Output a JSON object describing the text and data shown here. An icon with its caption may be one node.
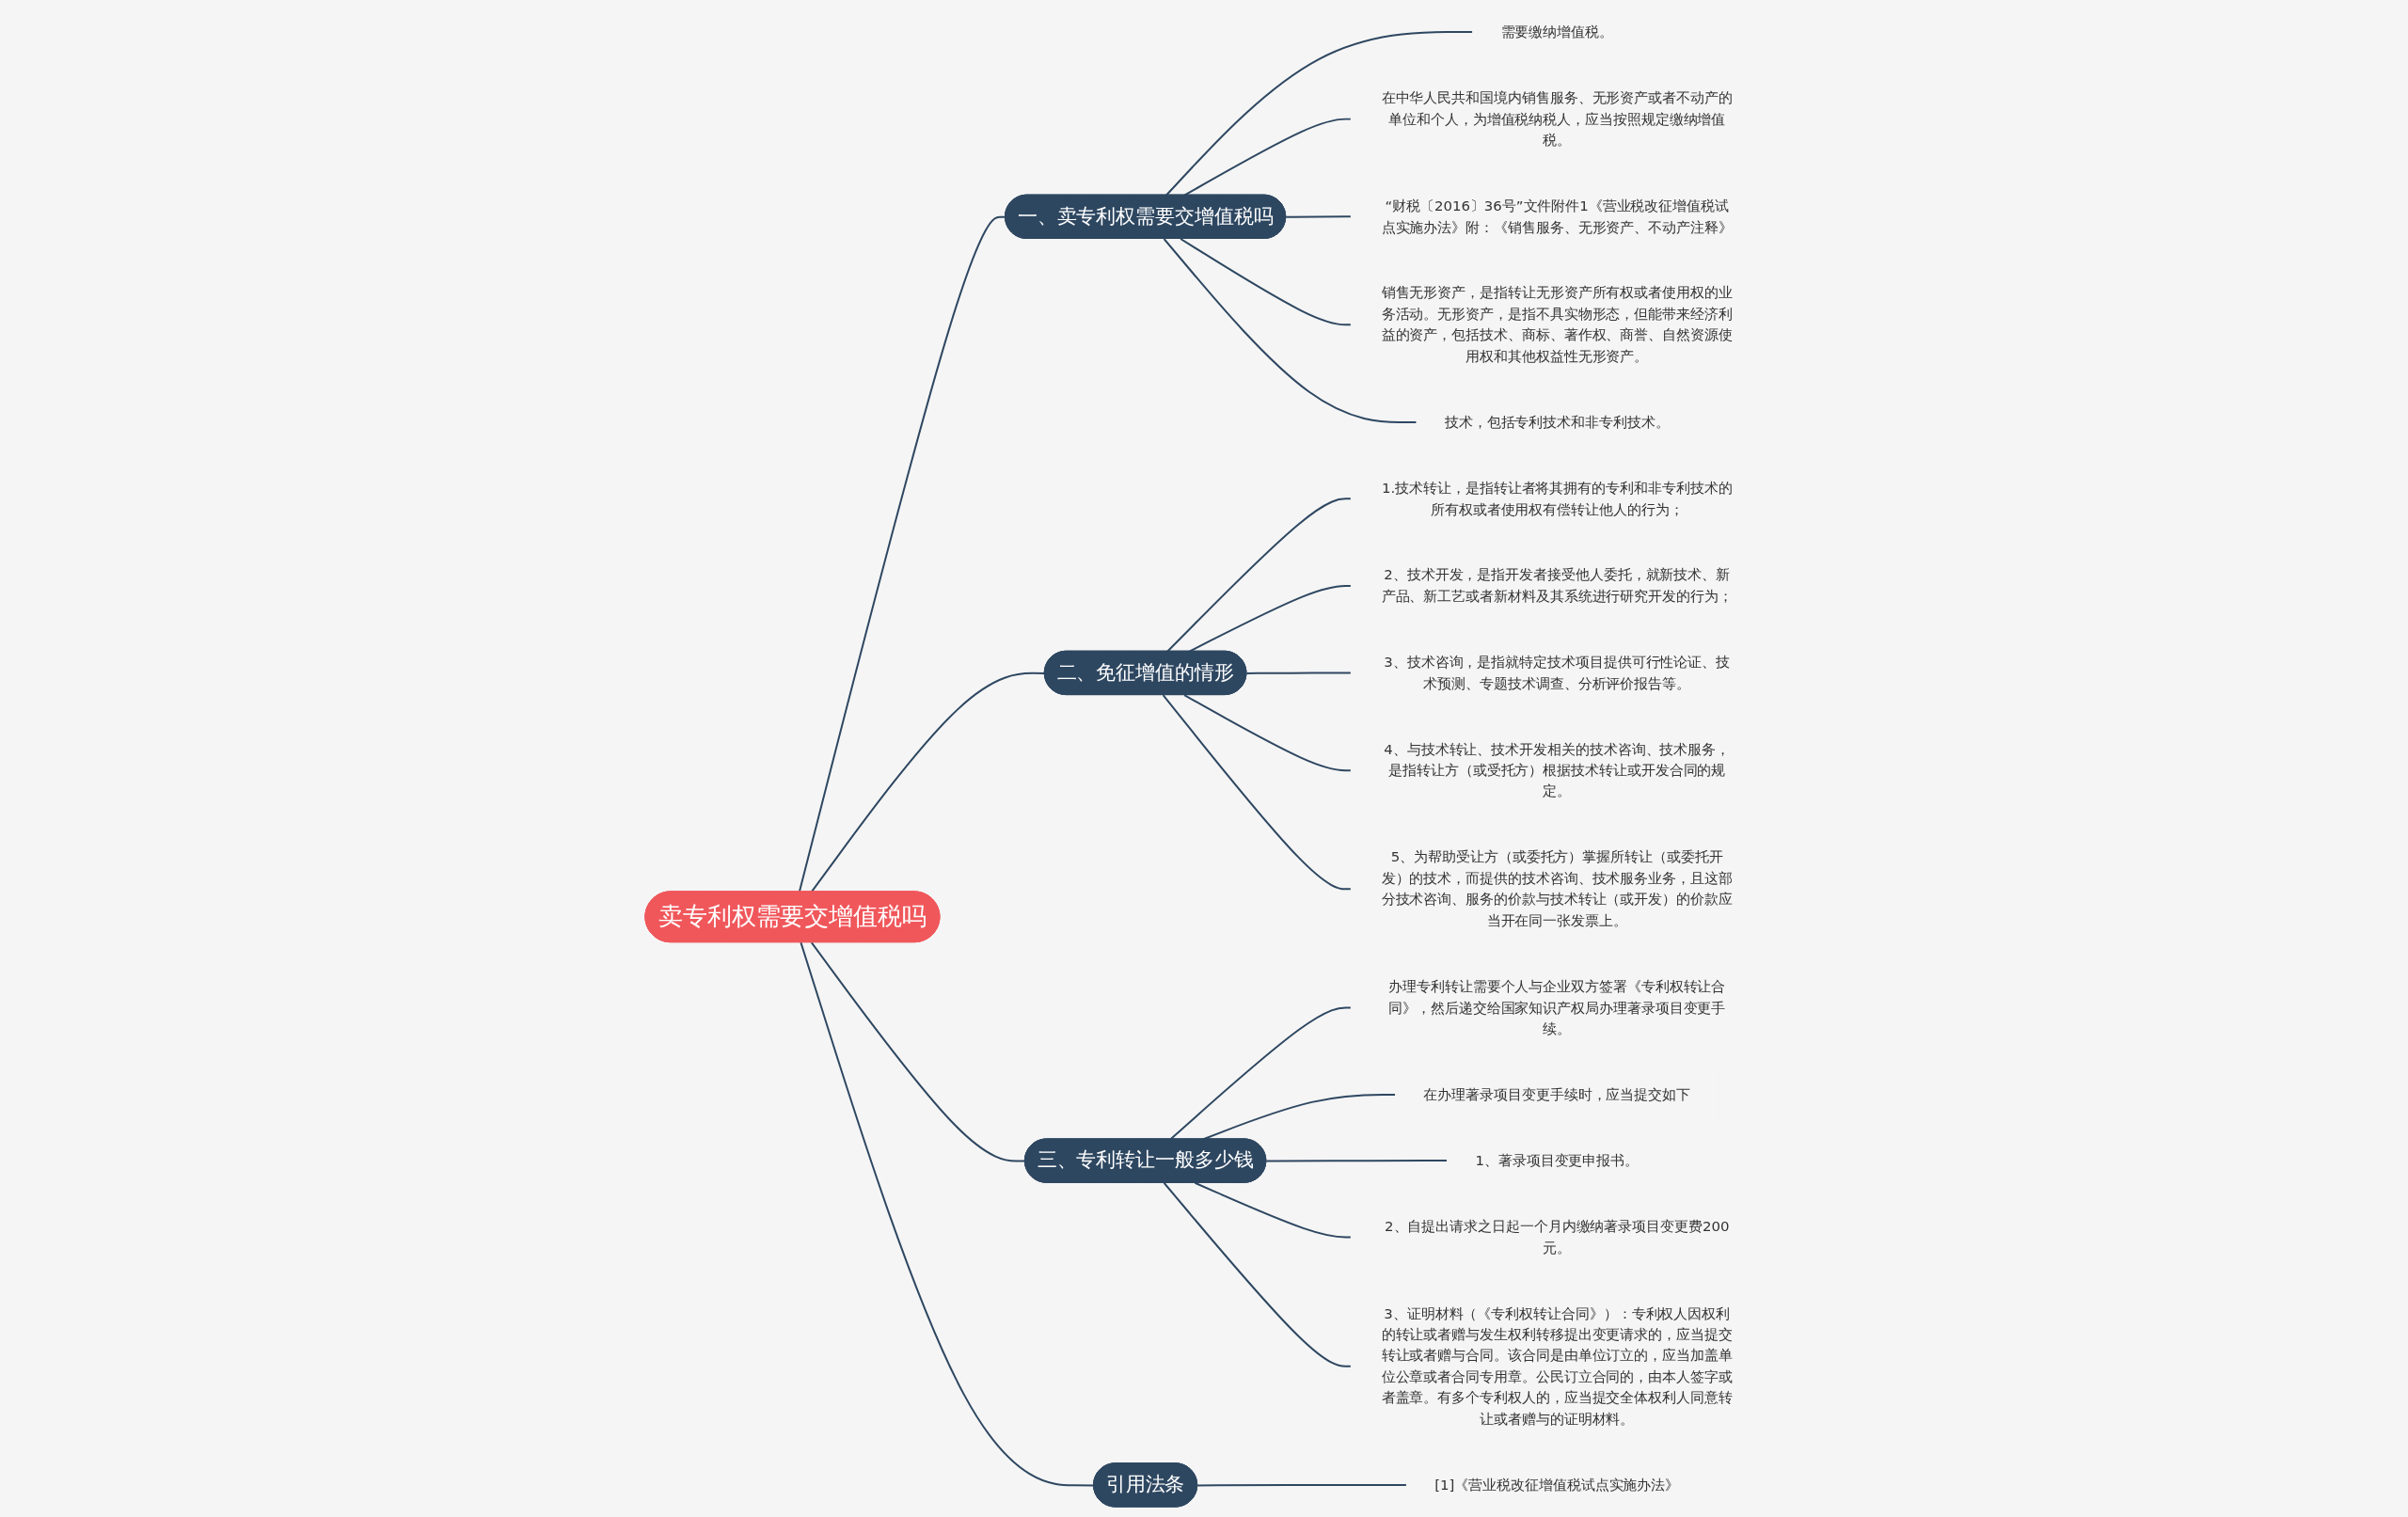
{
  "diagram": {
    "nodes": [
      {
        "text": [
          "卖专利权需要交增值税吗"
        ]
      },
      {
        "text": [
          "一、卖专利权需要交增值税吗"
        ]
      },
      {
        "text": [
          "需要缴纳增值税。"
        ]
      },
      {
        "text": [
          "在中华人民共和国境内销售服务、无形资产或者不动产的单位和个人，为增值税纳税人，应当按照规定缴纳增值税。"
        ]
      },
      {
        "text": [
          "“财税〔2016〕36号”文件附件1《营业税改征增值税试点实施办法》附：《销售服务、无形资产、不动产注释》"
        ]
      },
      {
        "text": [
          "销售无形资产，是指转让无形资产所有权或者使用权的业务活动。无形资产，是指不具实物形态，但能带来经济利益的资产，包括技术、商标、著作权、商誉、自然资源使用权和其他权益性无形资产。"
        ]
      },
      {
        "text": [
          "技术，包括专利技术和非专利技术。"
        ]
      },
      {
        "text": [
          "二、免征增值的情形"
        ]
      },
      {
        "text": [
          "1.技术转让，是指转让者将其拥有的专利和非专利技术的所有权或者使用权有偿转让他人的行为；"
        ]
      },
      {
        "text": [
          "2、技术开发，是指开发者接受他人委托，就新技术、新产品、新工艺或者新材料及其系统进行研究开发的行为；"
        ]
      },
      {
        "text": [
          "3、技术咨询，是指就特定技术项目提供可行性论证、技术预测、专题技术调查、分析评价报告等。"
        ]
      },
      {
        "text": [
          "4、与技术转让、技术开发相关的技术咨询、技术服务，是指转让方（或受托方）根据技术转让或开发合同的规定。"
        ]
      },
      {
        "text": [
          "5、为帮助受让方（或委托方）掌握所转让（或委托开发）的技术，而提供的技术咨询、技术服务业务，且这部分技术咨询、服务的价款与技术转让（或开发）的价款应当开在同一张发票上。"
        ]
      },
      {
        "text": [
          "三、专利转让一般多少钱"
        ]
      },
      {
        "text": [
          "办理专利转让需要个人与企业双方签署《专利权转让合同》，然后递交给国家知识产权局办理著录项目变更手续。"
        ]
      },
      {
        "text": [
          "在办理著录项目变更手续时，应当提交如下"
        ]
      },
      {
        "text": [
          "1、著录项目变更申报书。"
        ]
      },
      {
        "text": [
          "2、自提出请求之日起一个月内缴纳著录项目变更费200元。"
        ]
      },
      {
        "text": [
          "3、证明材料（《专利权转让合同》）：专利权人因权利的转让或者赠与发生权利转移提出变更请求的，应当提交转让或者赠与合同。该合同是由单位订立的，应当加盖单位公章或者合同专用章。公民订立合同的，由本人签字或者盖章。有多个专利权人的，应当提交全体权利人同意转让或者赠与的证明材料。"
        ]
      },
      {
        "text": [
          "引用法条"
        ]
      },
      {
        "text": [
          "[1]《营业税改征增值税试点实施办法》"
        ]
      }
    ],
    "edges": [
      {
        "from": 0,
        "to": 1,
        "arrow": "none"
      },
      {
        "from": 1,
        "to": 2,
        "arrow": "none"
      },
      {
        "from": 1,
        "to": 3,
        "arrow": "none"
      },
      {
        "from": 1,
        "to": 4,
        "arrow": "none"
      },
      {
        "from": 1,
        "to": 5,
        "arrow": "none"
      },
      {
        "from": 1,
        "to": 6,
        "arrow": "none"
      },
      {
        "from": 0,
        "to": 7,
        "arrow": "none"
      },
      {
        "from": 7,
        "to": 8,
        "arrow": "none"
      },
      {
        "from": 7,
        "to": 9,
        "arrow": "none"
      },
      {
        "from": 7,
        "to": 10,
        "arrow": "none"
      },
      {
        "from": 7,
        "to": 11,
        "arrow": "none"
      },
      {
        "from": 7,
        "to": 12,
        "arrow": "none"
      },
      {
        "from": 0,
        "to": 13,
        "arrow": "none"
      },
      {
        "from": 13,
        "to": 14,
        "arrow": "none"
      },
      {
        "from": 13,
        "to": 15,
        "arrow": "none"
      },
      {
        "from": 13,
        "to": 16,
        "arrow": "none"
      },
      {
        "from": 13,
        "to": 17,
        "arrow": "none"
      },
      {
        "from": 13,
        "to": 18,
        "arrow": "none"
      },
      {
        "from": 0,
        "to": 19,
        "arrow": "none"
      },
      {
        "from": 19,
        "to": 20,
        "arrow": "none"
      }
    ]
  }
}
